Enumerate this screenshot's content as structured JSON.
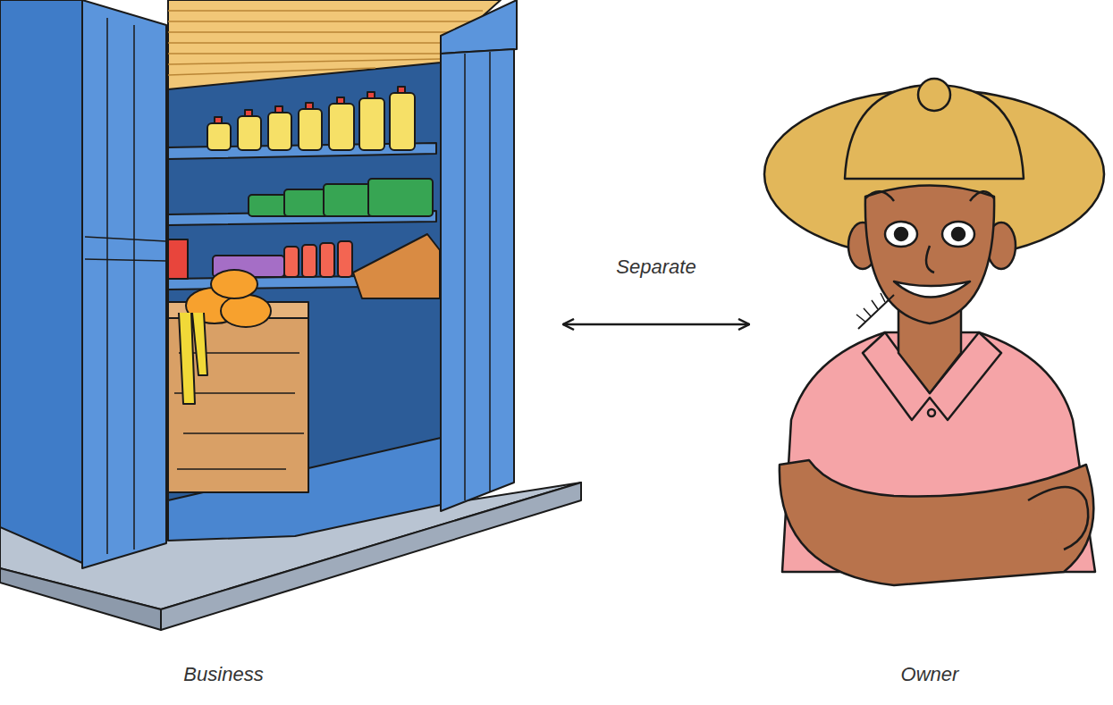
{
  "diagram": {
    "nodes": [
      {
        "text": [
          "Business"
        ]
      },
      {
        "text": [
          "Owner"
        ]
      }
    ],
    "edges": [
      {
        "from": 0,
        "to": 1,
        "label": "Separate",
        "arrow": "both"
      }
    ]
  }
}
